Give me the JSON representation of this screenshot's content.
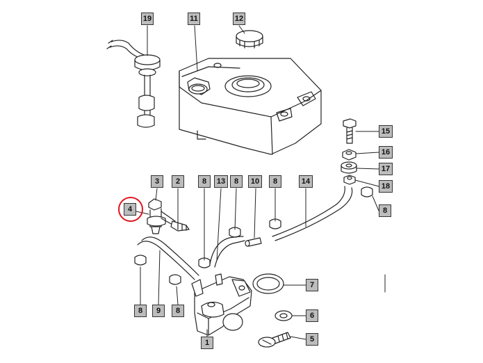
{
  "callouts": [
    {
      "id": "19",
      "label": "19"
    },
    {
      "id": "11",
      "label": "11"
    },
    {
      "id": "12",
      "label": "12"
    },
    {
      "id": "15",
      "label": "15"
    },
    {
      "id": "16",
      "label": "16"
    },
    {
      "id": "17",
      "label": "17"
    },
    {
      "id": "18",
      "label": "18"
    },
    {
      "id": "8a",
      "label": "8"
    },
    {
      "id": "3",
      "label": "3"
    },
    {
      "id": "2",
      "label": "2"
    },
    {
      "id": "4",
      "label": "4"
    },
    {
      "id": "8b",
      "label": "8"
    },
    {
      "id": "13",
      "label": "13"
    },
    {
      "id": "8c",
      "label": "8"
    },
    {
      "id": "10",
      "label": "10"
    },
    {
      "id": "8d",
      "label": "8"
    },
    {
      "id": "14",
      "label": "14"
    },
    {
      "id": "7",
      "label": "7"
    },
    {
      "id": "6",
      "label": "6"
    },
    {
      "id": "5",
      "label": "5"
    },
    {
      "id": "8e",
      "label": "8"
    },
    {
      "id": "9",
      "label": "9"
    },
    {
      "id": "8f",
      "label": "8"
    },
    {
      "id": "1",
      "label": "1"
    }
  ],
  "highlighted_part": "4",
  "colors": {
    "highlight": "#e0141e",
    "callout_fill": "#bcbcbc",
    "line": "#222222"
  }
}
